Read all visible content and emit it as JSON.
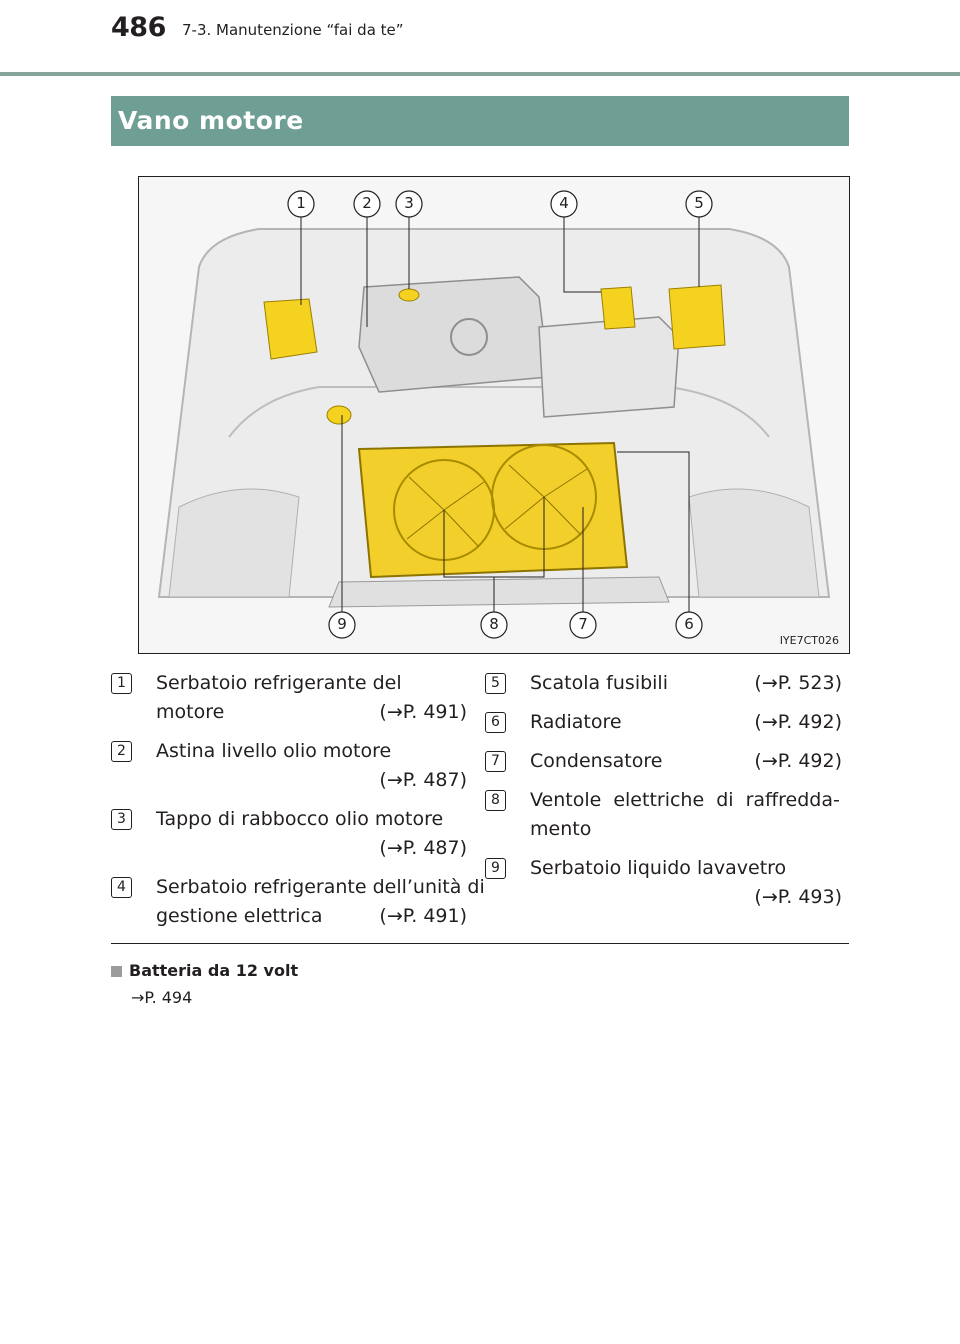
{
  "header": {
    "page_number": "486",
    "chapter": "7-3. Manutenzione “fai da te”"
  },
  "section": {
    "title": "Vano motore"
  },
  "figure": {
    "code": "IYE7CT026",
    "callouts_top": [
      "1",
      "2",
      "3",
      "4",
      "5"
    ],
    "callouts_bottom": [
      "9",
      "8",
      "7",
      "6"
    ]
  },
  "legend": {
    "items": [
      {
        "num": "1",
        "line1": "Serbatoio refrigerante del",
        "line2": "motore",
        "ref": "(→P. 491)"
      },
      {
        "num": "2",
        "line1": "Astina livello olio motore",
        "line2": "",
        "ref": "(→P. 487)"
      },
      {
        "num": "3",
        "line1": "Tappo di rabbocco olio motore",
        "line2": "",
        "ref": "(→P. 487)"
      },
      {
        "num": "4",
        "line1": "Serbatoio refrigerante dell’unità di",
        "line2": "gestione elettrica",
        "ref": "(→P. 491)"
      },
      {
        "num": "5",
        "line1": "Scatola fusibili",
        "line2": "",
        "ref": "(→P. 523)"
      },
      {
        "num": "6",
        "line1": "Radiatore",
        "line2": "",
        "ref": "(→P. 492)"
      },
      {
        "num": "7",
        "line1": "Condensatore",
        "line2": "",
        "ref": "(→P. 492)"
      },
      {
        "num": "8",
        "line1": "Ventole elettriche di raffredda-",
        "line2": "mento",
        "ref": ""
      },
      {
        "num": "9",
        "line1": "Serbatoio liquido lavavetro",
        "line2": "",
        "ref": "(→P. 493)"
      }
    ]
  },
  "note": {
    "title": "Batteria da 12 volt",
    "ref": "→P. 494"
  },
  "colors": {
    "accent": "#6f9e94",
    "highlight": "#f4d21f",
    "rule": "#86a59c"
  }
}
